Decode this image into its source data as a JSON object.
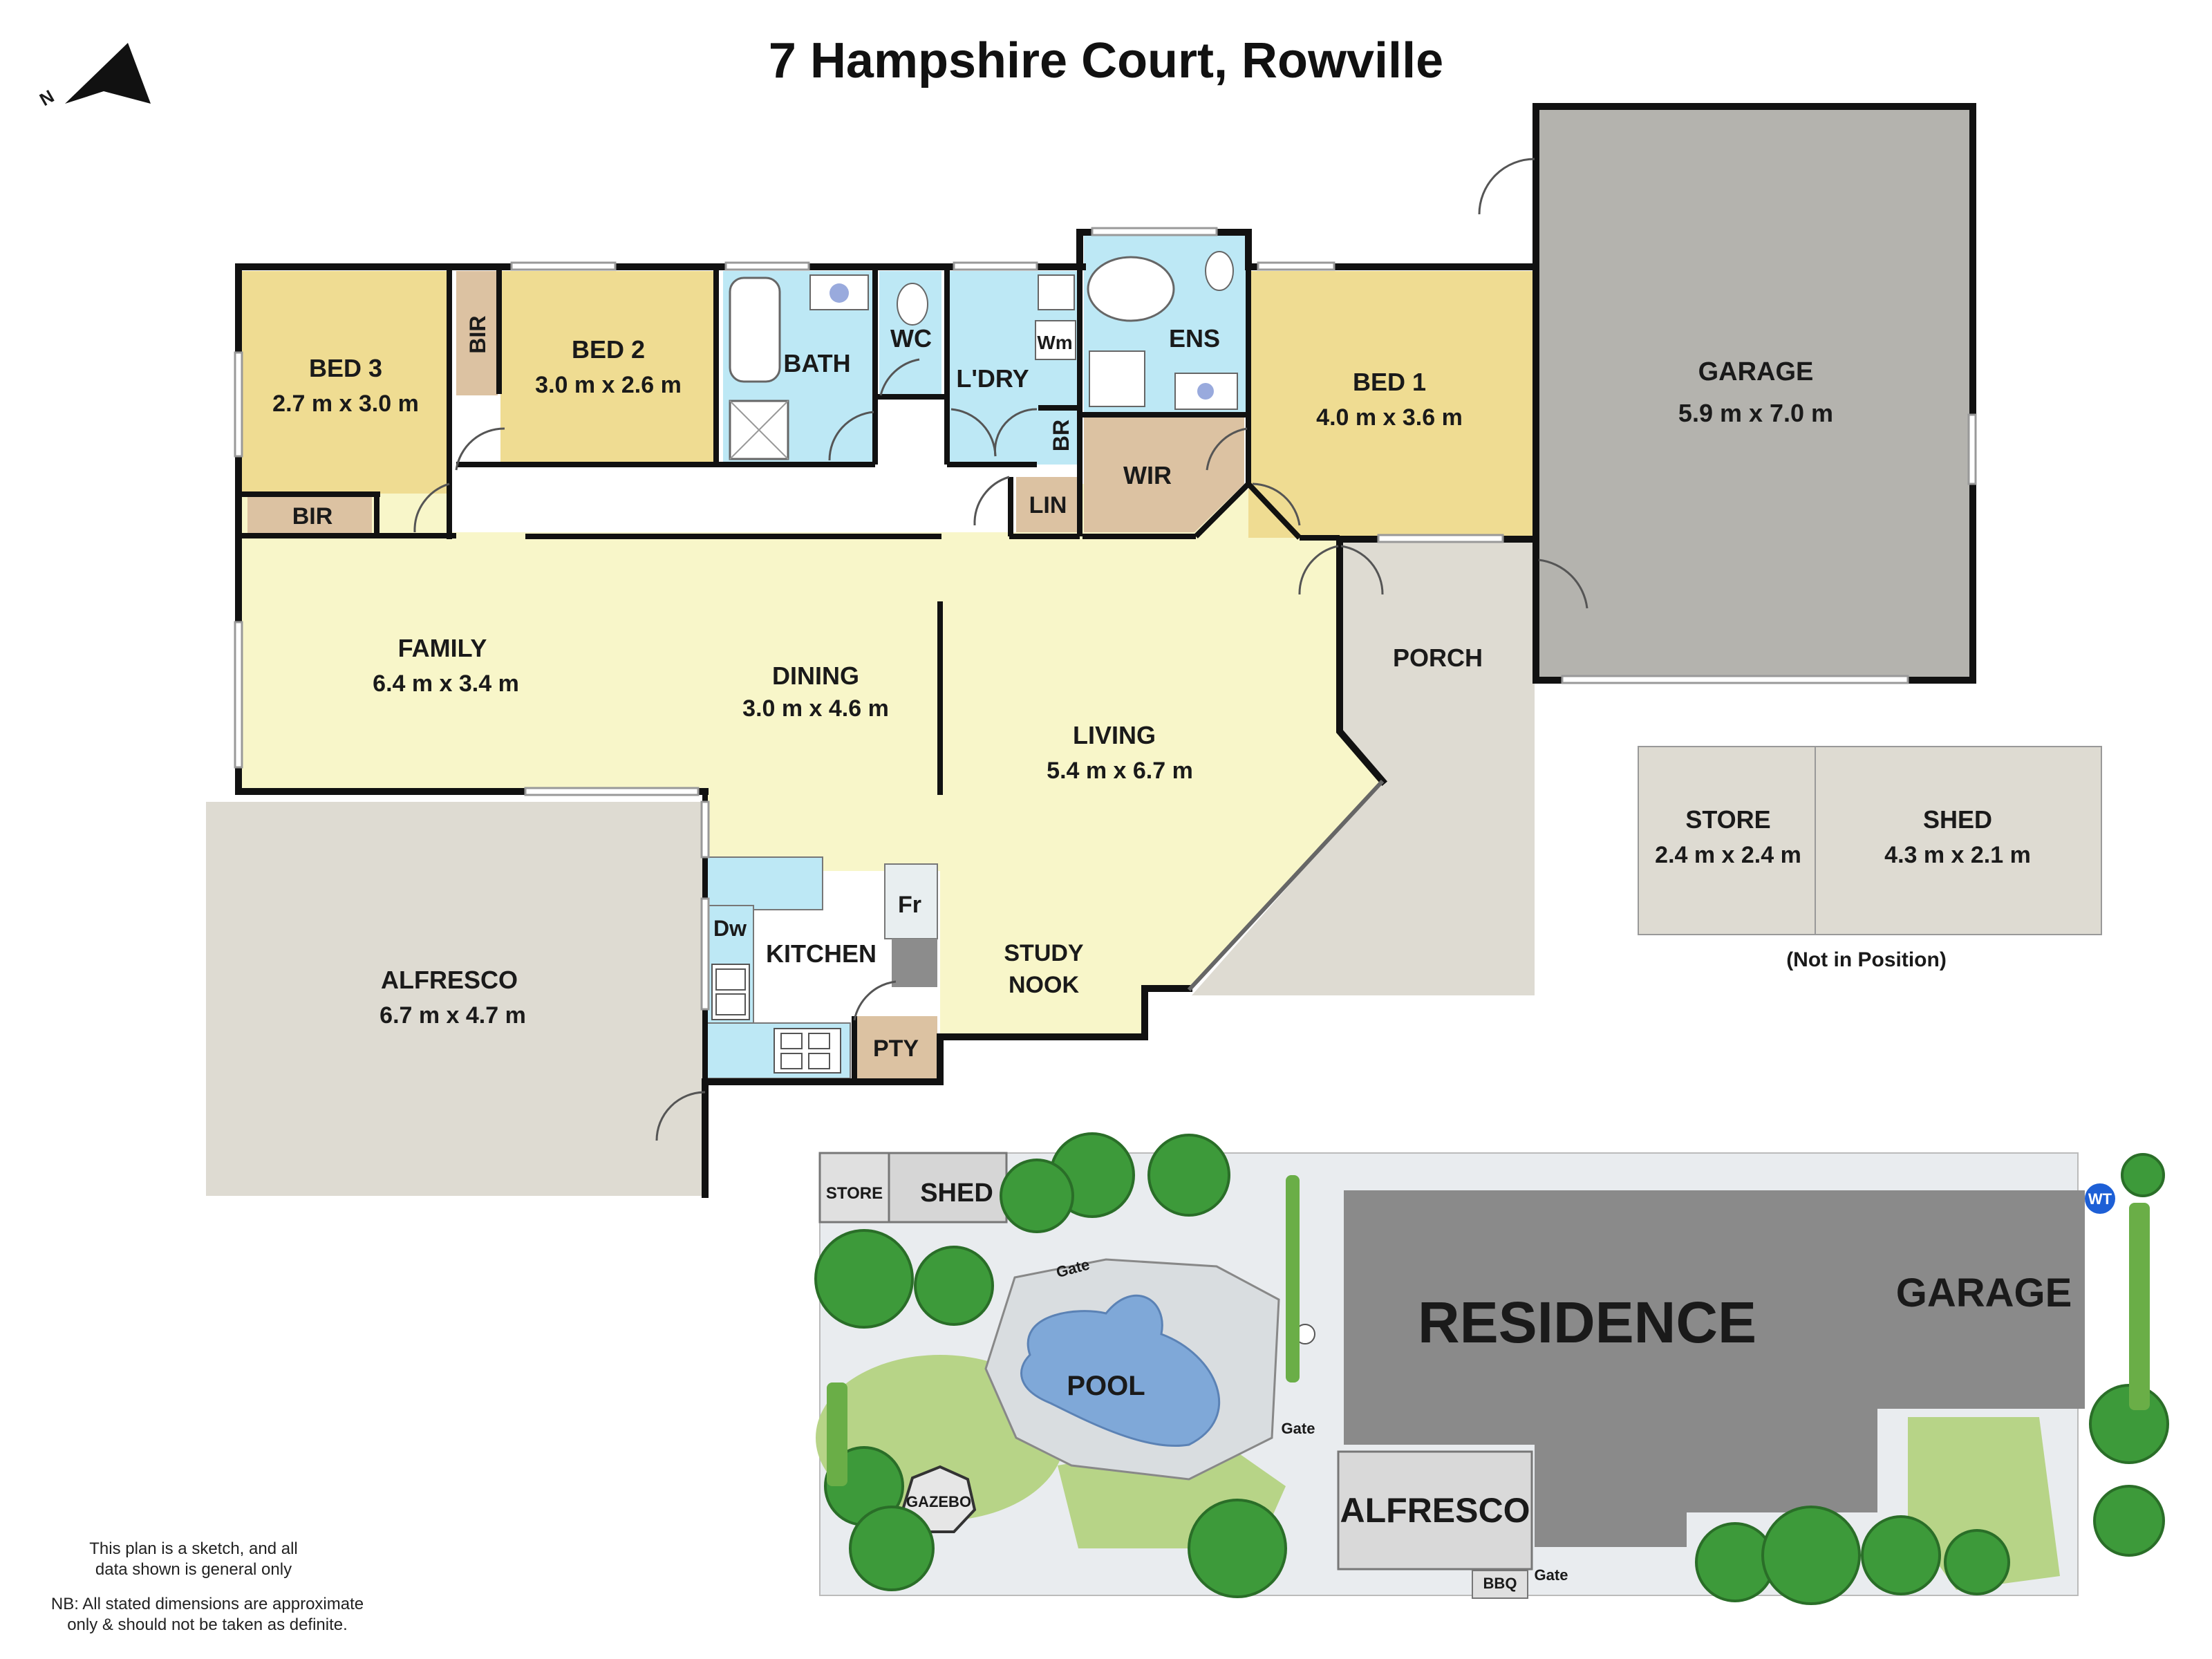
{
  "title": "7 Hampshire Court, Rowville",
  "compass_label": "N",
  "colors": {
    "bedroom": "#efdc92",
    "living": "#f8f6c9",
    "wet": "#bde8f5",
    "robe": "#dcc2a2",
    "garage": "#b4b3ae",
    "outdoor": "#dedbd2",
    "wall": "#111111"
  },
  "rooms": {
    "bed3": {
      "name": "BED 3",
      "dims": "2.7 m x 3.0 m"
    },
    "bed2": {
      "name": "BED 2",
      "dims": "3.0 m x 2.6 m"
    },
    "bed1": {
      "name": "BED 1",
      "dims": "4.0 m x 3.6 m"
    },
    "garage": {
      "name": "GARAGE",
      "dims": "5.9 m x 7.0 m"
    },
    "family": {
      "name": "FAMILY",
      "dims": "6.4 m x 3.4 m"
    },
    "dining": {
      "name": "DINING",
      "dims": "3.0 m x 4.6 m"
    },
    "living": {
      "name": "LIVING",
      "dims": "5.4 m x 6.7 m"
    },
    "alfresco": {
      "name": "ALFRESCO",
      "dims": "6.7 m x 4.7 m"
    },
    "store": {
      "name": "STORE",
      "dims": "2.4 m x 2.4 m"
    },
    "shed": {
      "name": "SHED",
      "dims": "4.3 m x 2.1 m"
    },
    "bath": "BATH",
    "wc": "WC",
    "ldry": "L'DRY",
    "wm": "Wm",
    "ens": "ENS",
    "wir": "WIR",
    "lin": "LIN",
    "br": "BR",
    "bir_upper": "BIR",
    "bir_lower": "BIR",
    "porch": "PORCH",
    "kitchen": "KITCHEN",
    "dw": "Dw",
    "fr": "Fr",
    "pty": "PTY",
    "study_line1": "STUDY",
    "study_line2": "NOOK"
  },
  "not_in_position": "(Not in Position)",
  "site_plan": {
    "store": "STORE",
    "shed": "SHED",
    "residence": "RESIDENCE",
    "garage": "GARAGE",
    "alfresco": "ALFRESCO",
    "pool": "POOL",
    "gazebo": "GAZEBO",
    "bbq": "BBQ",
    "gate_top": "Gate",
    "gate_right": "Gate",
    "gate_bottom": "Gate",
    "wt": "WT"
  },
  "disclaimer": {
    "line1": "This plan is a sketch, and all",
    "line2": "data shown is general only",
    "line3": "NB: All stated dimensions are approximate",
    "line4": "only & should not be taken as definite."
  }
}
